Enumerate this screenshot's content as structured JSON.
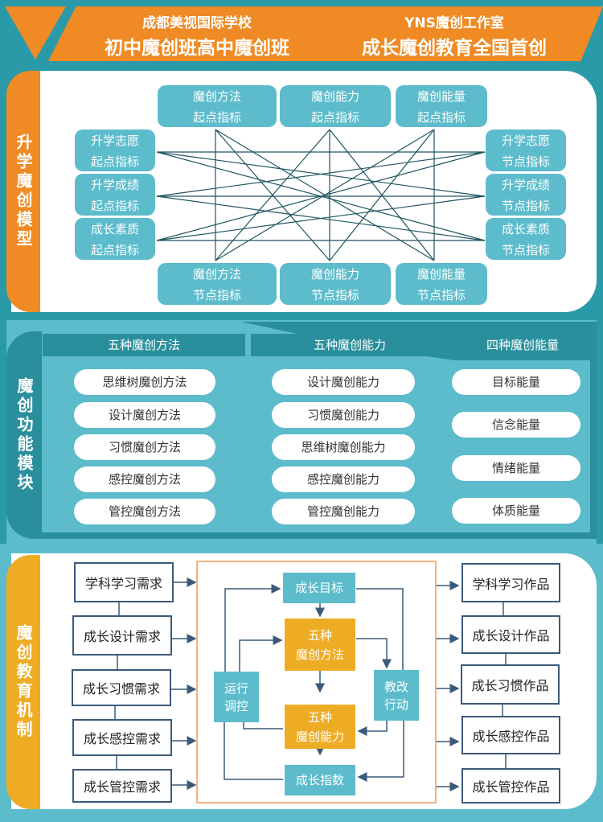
{
  "header": {
    "left_line1": "成都美视国际学校",
    "left_line2": "初中魔创班高中魔创班",
    "right_line1": "YNS魔创工作室",
    "right_line2": "成长魔创教育全国首创"
  },
  "section1": {
    "side_label": "升学魔创模型",
    "top_boxes": [
      {
        "line1": "魔创方法",
        "line2": "起点指标"
      },
      {
        "line1": "魔创能力",
        "line2": "起点指标"
      },
      {
        "line1": "魔创能量",
        "line2": "起点指标"
      }
    ],
    "bottom_boxes": [
      {
        "line1": "魔创方法",
        "line2": "节点指标"
      },
      {
        "line1": "魔创能力",
        "line2": "节点指标"
      },
      {
        "line1": "魔创能量",
        "line2": "节点指标"
      }
    ],
    "left_boxes": [
      {
        "line1": "升学志愿",
        "line2": "起点指标"
      },
      {
        "line1": "升学成绩",
        "line2": "起点指标"
      },
      {
        "line1": "成长素质",
        "line2": "起点指标"
      }
    ],
    "right_boxes": [
      {
        "line1": "升学志愿",
        "line2": "节点指标"
      },
      {
        "line1": "升学成绩",
        "line2": "节点指标"
      },
      {
        "line1": "成长素质",
        "line2": "节点指标"
      }
    ]
  },
  "section2": {
    "side_label": "魔创功能模块",
    "columns": [
      {
        "header": "五种魔创方法",
        "items": [
          "思维树魔创方法",
          "设计魔创方法",
          "习惯魔创方法",
          "感控魔创方法",
          "管控魔创方法"
        ]
      },
      {
        "header": "五种魔创能力",
        "items": [
          "设计魔创能力",
          "习惯魔创能力",
          "思维树魔创能力",
          "感控魔创能力",
          "管控魔创能力"
        ]
      },
      {
        "header": "四种魔创能量",
        "items": [
          "目标能量",
          "信念能量",
          "情绪能量",
          "体质能量"
        ]
      }
    ]
  },
  "section3": {
    "side_label": "魔创教育机制",
    "needs": [
      "学科学习需求",
      "成长设计需求",
      "成长习惯需求",
      "成长感控需求",
      "成长管控需求"
    ],
    "works": [
      "学科学习作品",
      "成长设计作品",
      "成长习惯作品",
      "成长感控作品",
      "成长管控作品"
    ],
    "core": {
      "goal": "成长目标",
      "methods_l1": "五种",
      "methods_l2": "魔创方法",
      "abilities_l1": "五种",
      "abilities_l2": "魔创能力",
      "index": "成长指数",
      "control_l1": "运行",
      "control_l2": "调控",
      "action_l1": "教改",
      "action_l2": "行动"
    }
  },
  "colors": {
    "teal_bg": "#2a9aa8",
    "teal_box": "#5cbccc",
    "teal_dark": "#2a8f9c",
    "orange": "#ef8a24",
    "gold": "#eeac24",
    "line": "#1f5560",
    "arrow": "#3b5a7a"
  }
}
